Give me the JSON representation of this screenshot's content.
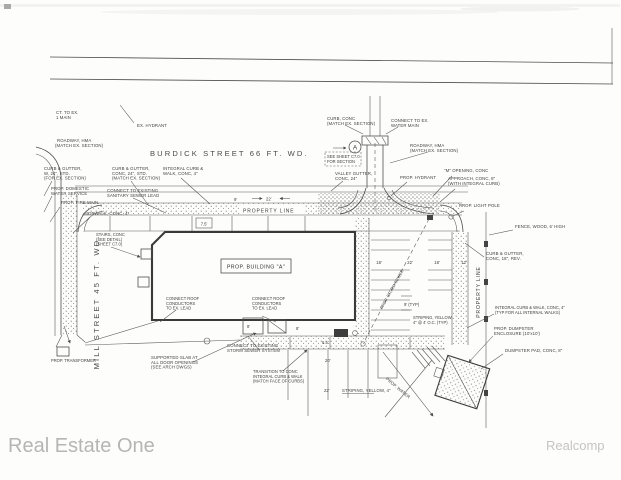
{
  "watermark": {
    "left": "Real Estate One",
    "right": "Realcomp"
  },
  "streets": {
    "burdick": "BURDICK STREET 66 FT. WD.",
    "mill": "MILL STREET 45 FT. WD."
  },
  "building": {
    "label": "PROP. BUILDING \"A\""
  },
  "property_line": {
    "horizontal": "PROPERTY LINE",
    "vertical": "PROPERTY LINE"
  },
  "symbols": {
    "section_marker": "A"
  },
  "annotations": {
    "ct_to_ex": [
      "CT. TO EX.",
      "1 MAIN"
    ],
    "ex_hydrant": [
      "EX. HYDRANT"
    ],
    "roadway_hma_left": [
      "ROADWAY, HMA",
      "(MATCH EX. SECTION)"
    ],
    "curb_conc_match": [
      "CURB, CONC",
      "(MATCH EX. SECTION)"
    ],
    "connect_ex_water": [
      "CONNECT TO EX.",
      "WATER MAIN"
    ],
    "see_sheet": [
      "SEE SHEET C7.0",
      "FOR SECTION"
    ],
    "roadway_hma_right": [
      "ROADWAY, HMA",
      "(MATCH EX. SECTION)"
    ],
    "valley_gutter": [
      "VALLEY GUTTER,",
      "CONC, 24\""
    ],
    "prop_hydrant": [
      "PROP. HYDRANT"
    ],
    "m_opening": [
      "\"M\" OPENING, CONC"
    ],
    "approach_conc": [
      "APPROACH, CONC, 8\"",
      "(WITH INTEGRAL CURB)"
    ],
    "prop_light_pole": [
      "PROP. LIGHT POLE"
    ],
    "fence_wood": [
      "FENCE, WOOD, 6' HIGH"
    ],
    "curb_gutter_rev": [
      "CURB & GUTTER,",
      "CONC, 18\", REV."
    ],
    "integral_internal": [
      "INTEGRAL CURB & WALK, CONC, 4\"",
      "(TYP FOR ALL INTERNAL WALKS)"
    ],
    "prop_dumpster_enclosure": [
      "PROP. DUMPSTER",
      "ENCLOSURE (10'x10')"
    ],
    "dumpster_pad": [
      "DUMPSTER PAD, CONC, 8\""
    ],
    "prop_storm_sewer": [
      "PROP. STORM SEWER"
    ],
    "striping_typ": [
      "STRIPING, YELLOW,",
      "4\" @ 4' O.C. (TYP)"
    ],
    "striping_yellow_4": [
      "STRIPING, YELLOW, 4\""
    ],
    "prop_water": [
      "PROP. WATER"
    ],
    "transition_conc": [
      "TRANSITION TO CONC",
      "INTEGRAL CURB & WALK",
      "(MATCH FACE OF CURBS)"
    ],
    "connect_storm": [
      "CONNECT TO EXISTING",
      "STORM SEWER SYSTEM"
    ],
    "supported_slab": [
      "SUPPORTED SLAB AT",
      "ALL DOOR OPENINGS",
      "(SEE ARCH DWGS)"
    ],
    "connect_roof_left": [
      "CONNECT ROOF",
      "CONDUCTORS",
      "TO EX. LEAD"
    ],
    "connect_roof_right": [
      "CONNECT ROOF",
      "CONDUCTORS",
      "TO EX. LEAD"
    ],
    "stairs_conc": [
      "STAIRS, CONC",
      "(SEE DETAIL)",
      "(SHEET C7.0)"
    ],
    "connect_sanitary": [
      "CONNECT TO EXISTING",
      "SANITARY SEWER LEAD"
    ],
    "curb_gutter_std": [
      "CURB & GUTTER,",
      "CONC, 24\", STD.",
      "(MATCH EX. SECTION)"
    ],
    "integral_curb_walk": [
      "INTEGRAL CURB &",
      "WALK, CONC, 4\""
    ],
    "curb_gutter_w": [
      "CURB & GUTTER,",
      "W, 24\", STD.",
      "(FOR EX. SECTION)"
    ],
    "prop_domestic": [
      "PROP. DOMESTIC",
      "WATER SERVICE"
    ],
    "prop_fire_main": [
      "PROP. FIRE MAIN"
    ],
    "sidewalk_conc": [
      "SIDEWALK, CONC, 4\""
    ],
    "prop_transformer": [
      "PROP. TRANSFORMER"
    ]
  },
  "dimensions": {
    "d75": "7.5'",
    "d9": "9'",
    "d22a": "22'",
    "d18a": "18'",
    "d22b": "22'",
    "d18b": "18'",
    "d12": "12'",
    "d9typ": "9' (TYP)",
    "d20": "20'",
    "d22c": "22'",
    "d55": "5.5'",
    "d8a": "8'",
    "d8b": "8'"
  },
  "colors": {
    "linework": "#4f4f4f",
    "text": "#3e3e3e",
    "watermark_left": "#b5b5b2",
    "watermark_right": "#c6c4c1",
    "paper": "#fdfdfc"
  }
}
